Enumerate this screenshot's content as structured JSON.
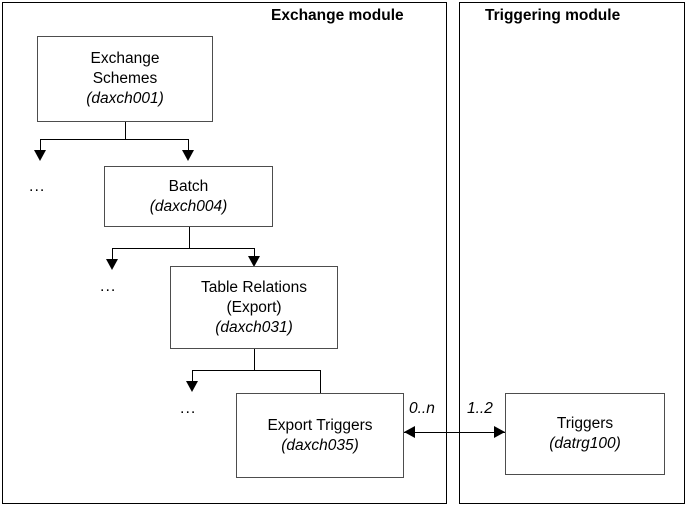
{
  "diagram": {
    "modules": [
      {
        "id": "exchange-module",
        "title": "Exchange module"
      },
      {
        "id": "triggering-module",
        "title": "Triggering module"
      }
    ],
    "nodes": [
      {
        "id": "exchange-schemes",
        "line1": "Exchange",
        "line2": "Schemes",
        "code": "(daxch001)"
      },
      {
        "id": "batch",
        "line1": "Batch",
        "line2": "",
        "code": "(daxch004)"
      },
      {
        "id": "table-relations",
        "line1": "Table Relations",
        "line2": "(Export)",
        "code": "(daxch031)"
      },
      {
        "id": "export-triggers",
        "line1": "Export Triggers",
        "line2": "",
        "code": "(daxch035)"
      },
      {
        "id": "triggers",
        "line1": "Triggers",
        "line2": "",
        "code": "(datrg100)"
      }
    ],
    "ellipses": [
      {
        "id": "ellipsis-1",
        "text": "..."
      },
      {
        "id": "ellipsis-2",
        "text": "..."
      },
      {
        "id": "ellipsis-3",
        "text": "..."
      }
    ],
    "multiplicities": [
      {
        "id": "mult-export-triggers",
        "text": "0..n"
      },
      {
        "id": "mult-triggers",
        "text": "1..2"
      }
    ],
    "colors": {
      "border": "#4d4d4d",
      "module_border": "#000000",
      "connector": "#000000",
      "background": "#ffffff",
      "text": "#000000"
    }
  }
}
